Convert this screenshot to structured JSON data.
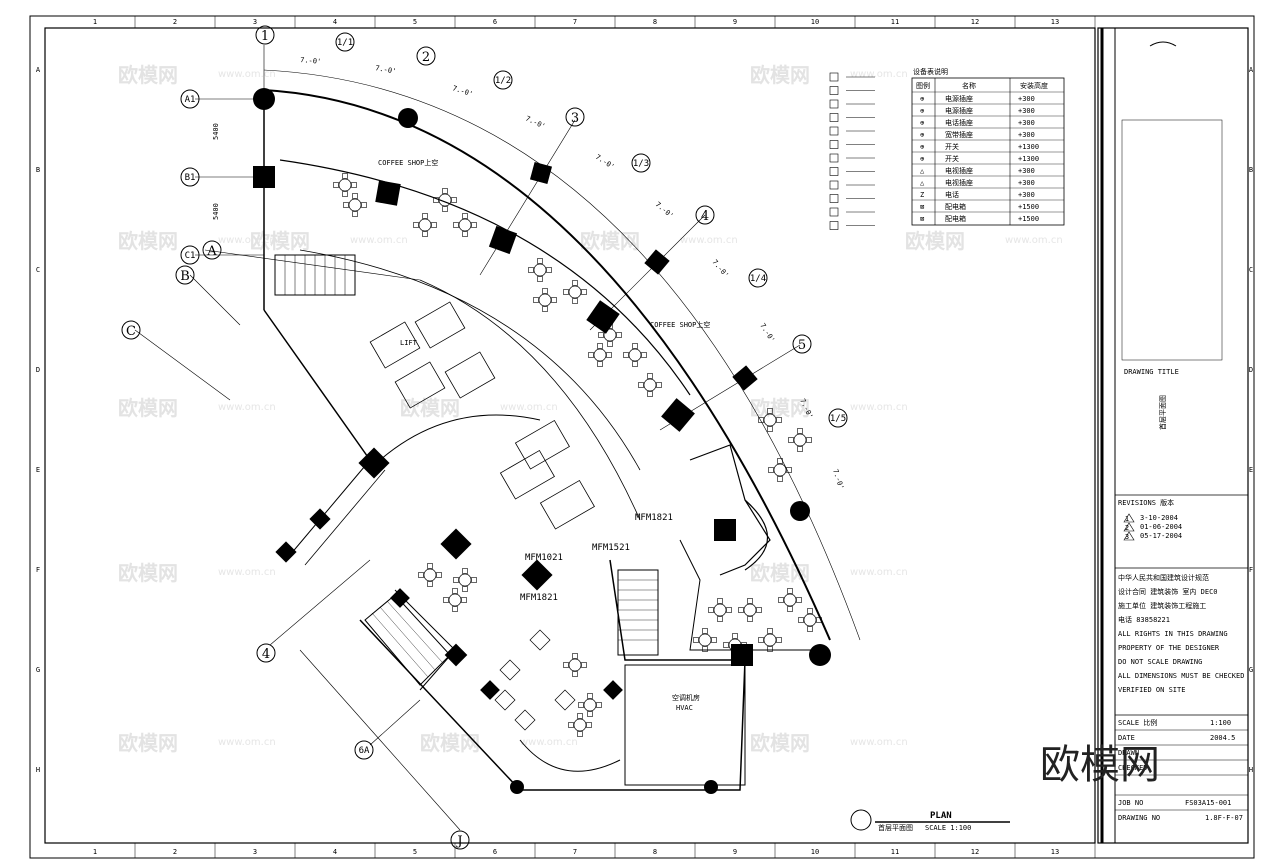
{
  "watermark": {
    "text": "欧模网",
    "url": "www.om.cn",
    "corner_logo": "欧模网"
  },
  "plan": {
    "title_plan": "PLAN",
    "subtitle": "首层平面图",
    "scale_text": "SCALE 1:100",
    "rooms": {
      "coffee_shop_1": "COFFEE SHOP上空",
      "coffee_shop_2": "COFFEE SHOP上空",
      "lift": "LIFT",
      "mfm_1": "MFM1821",
      "mfm_2": "MFM1521",
      "mfm_3": "MFM1821",
      "mfm_4": "MFM1021",
      "hvac_cn": "空调机房",
      "hvac": "HVAC"
    },
    "grid_labels": [
      "1",
      "1/1",
      "2",
      "1/2",
      "3",
      "1/3",
      "4",
      "1/4",
      "5",
      "1/5",
      "A1",
      "B1",
      "C1",
      "A",
      "B",
      "C",
      "4",
      "6A",
      "J"
    ],
    "dimensions": [
      "7.-0'",
      "7.-0'",
      "7.-0'",
      "7.-0'",
      "7.-0'",
      "7.-0'",
      "7.-0'",
      "7.-0'",
      "7.-0'",
      "7.-0'",
      "5400",
      "5400"
    ],
    "border_numbers": [
      "1",
      "2",
      "3",
      "4",
      "5",
      "6",
      "7",
      "8",
      "9",
      "10",
      "11",
      "12",
      "13"
    ],
    "border_letters": [
      "A",
      "B",
      "C",
      "D",
      "E",
      "F",
      "G",
      "H"
    ]
  },
  "legend": {
    "title": "设备表说明",
    "headers": [
      "图例",
      "名称",
      "安装高度"
    ],
    "rows": [
      [
        "⊕",
        "电源插座",
        "+300"
      ],
      [
        "⊕",
        "电源插座",
        "+300"
      ],
      [
        "⊕",
        "电话插座",
        "+300"
      ],
      [
        "⊕",
        "宽带插座",
        "+300"
      ],
      [
        "⊕",
        "开关",
        "+1300"
      ],
      [
        "⊕",
        "开关",
        "+1300"
      ],
      [
        "△",
        "电视插座",
        "+300"
      ],
      [
        "△",
        "电视插座",
        "+300"
      ],
      [
        "Z",
        "电话",
        "+300"
      ],
      [
        "⊠",
        "配电箱",
        "+1500"
      ],
      [
        "⊠",
        "配电箱",
        "+1500"
      ]
    ]
  },
  "title_block": {
    "drawing_title_en": "DRAWING TITLE",
    "drawing_title_cn": "首层平面图",
    "revisions_label": "REVISIONS 版本",
    "revisions": [
      {
        "mark": "1",
        "date": "3-10-2004"
      },
      {
        "mark": "2",
        "date": "01-06-2004"
      },
      {
        "mark": "3",
        "date": "05-17-2004"
      }
    ],
    "notes_lines": [
      "中华人民共和国建筑设计规范",
      "设计合同 建筑装饰 室内 DEC0",
      "施工单位 建筑装饰工程施工",
      "电话 83858221",
      "ALL RIGHTS IN THIS DRAWING",
      "PROPERTY OF THE DESIGNER",
      "DO NOT SCALE DRAWING",
      "ALL DIMENSIONS MUST BE CHECKED",
      "VERIFIED ON SITE"
    ],
    "scale_label": "SCALE 比例",
    "scale_value": "1:100",
    "date_label": "DATE",
    "date_value": "2004.5",
    "drawn_label": "DRAWN",
    "checked_label": "CHECKED",
    "job_label": "JOB NO",
    "job_value": "FS03A15-001",
    "drawing_no_label": "DRAWING NO",
    "drawing_no_value": "1.8F-F-07"
  }
}
